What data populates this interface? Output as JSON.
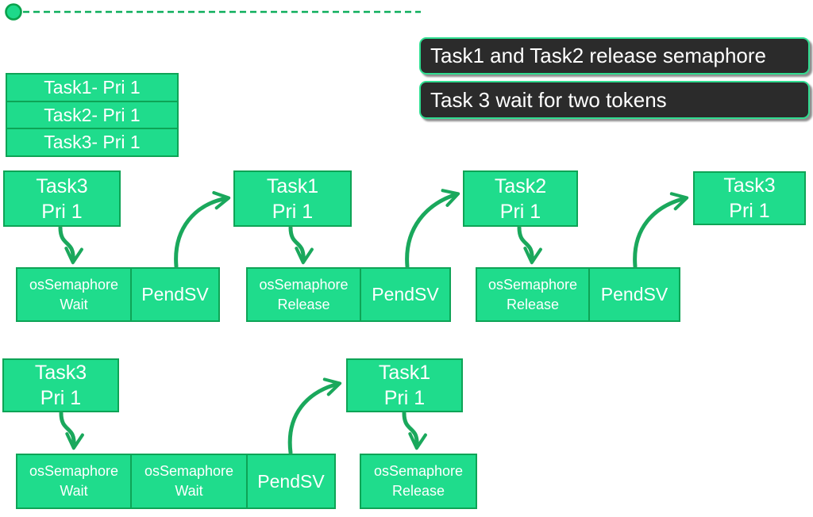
{
  "colors": {
    "box_fill": "#1fdc8c",
    "box_border": "#0ea456",
    "arrow": "#1aa85c",
    "timeline": "#0dae5c",
    "callout_bg": "#2b2b2b",
    "callout_border": "#31de92",
    "text": "#ffffff"
  },
  "callouts": {
    "first": "Task1 and Task2 release semaphore",
    "second": "Task 3 wait for two tokens"
  },
  "legend": {
    "rows": [
      {
        "label": "Task1- Pri 1"
      },
      {
        "label": "Task2- Pri 1"
      },
      {
        "label": "Task3- Pri 1"
      }
    ]
  },
  "top_sequence": {
    "groups": [
      {
        "task": {
          "name": "Task3",
          "priority": "Pri 1"
        },
        "call": {
          "api": "osSemaphore",
          "action": "Wait"
        },
        "scheduler": "PendSV"
      },
      {
        "task": {
          "name": "Task1",
          "priority": "Pri 1"
        },
        "call": {
          "api": "osSemaphore",
          "action": "Release"
        },
        "scheduler": "PendSV"
      },
      {
        "task": {
          "name": "Task2",
          "priority": "Pri 1"
        },
        "call": {
          "api": "osSemaphore",
          "action": "Release"
        },
        "scheduler": "PendSV"
      },
      {
        "task": {
          "name": "Task3",
          "priority": "Pri 1"
        }
      }
    ]
  },
  "bottom_sequence": {
    "first_task": {
      "name": "Task3",
      "priority": "Pri 1"
    },
    "second_task": {
      "name": "Task1",
      "priority": "Pri 1"
    },
    "calls": [
      {
        "api": "osSemaphore",
        "action": "Wait"
      },
      {
        "api": "osSemaphore",
        "action": "Wait"
      },
      {
        "label": "PendSV"
      },
      {
        "api": "osSemaphore",
        "action": "Release"
      }
    ]
  }
}
